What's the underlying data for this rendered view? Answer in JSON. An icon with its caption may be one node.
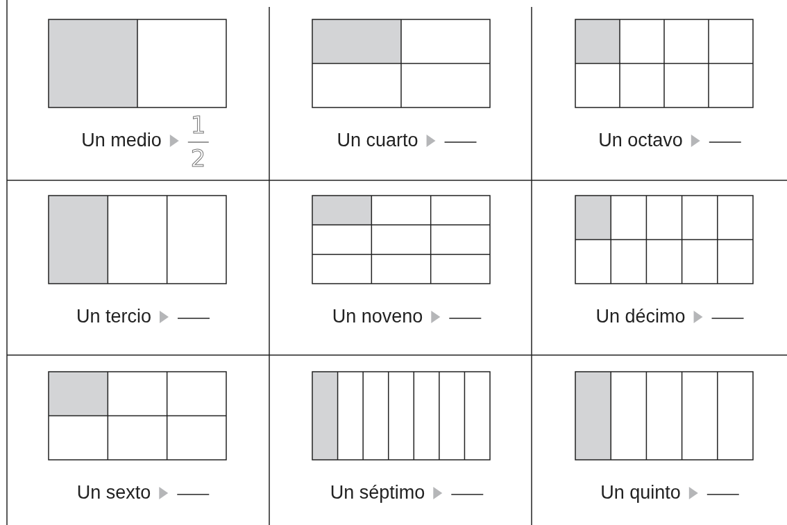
{
  "diagram": {
    "labels": [
      "Un medio",
      "1",
      "2",
      "Un cuarto",
      "Un octavo",
      "Un tercio",
      "Un noveno",
      "Un décimo",
      "Un sexto",
      "Un séptimo",
      "Un quinto"
    ]
  }
}
